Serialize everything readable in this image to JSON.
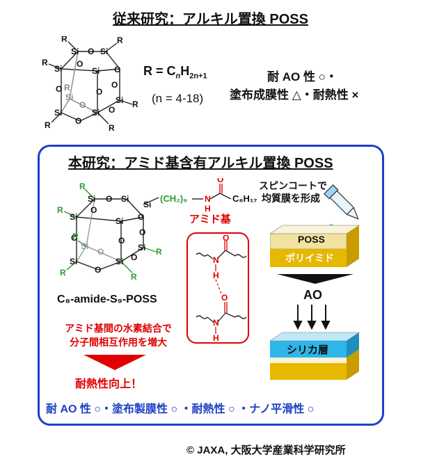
{
  "prior": {
    "title": "従来研究：アルキル置換 POSS",
    "r_formula": "R = C",
    "r_sub_n": "n",
    "r_h": "H",
    "r_sub_2n1": "2n+1",
    "n_range": "(n = 4-18)",
    "props_line1": "耐 AO 性 ○・",
    "props_line2": "塗布成膜性 △・耐熱性 ×"
  },
  "current": {
    "title": "本研究：アミド基含有アルキル置換 POSS",
    "chain_label": "(CH₂)₉",
    "c8h17": "C₈H₁₇",
    "amide_label": "アミド基",
    "compound_name": "C₈-amide-S₉-POSS",
    "hbond_note_line1": "アミド基間の水素結合で",
    "hbond_note_line2": "分子間相互作用を増大",
    "heat_improve": "耐熱性向上！",
    "spin_line1": "スピンコートで",
    "spin_line2": "均質膜を形成",
    "layer_poss": "POSS",
    "layer_polyimide": "ポリイミド",
    "ao_label": "AO",
    "layer_silica": "シリカ層",
    "summary": "耐 AO 性 ○・塗布製膜性 ○ ・耐熱性 ○ ・ナノ平滑性 ○"
  },
  "atoms": {
    "si": "Si",
    "o": "O",
    "r": "R",
    "n": "N",
    "h": "H"
  },
  "credit": "© JAXA, 大阪大学産業科学研究所",
  "colors": {
    "blue_frame": "#1f3fc9",
    "red": "#e00000",
    "green": "#2c9a2c",
    "gold": "#e6b800",
    "gold_light": "#f2e2a0",
    "silica": "#2fb5e8"
  }
}
